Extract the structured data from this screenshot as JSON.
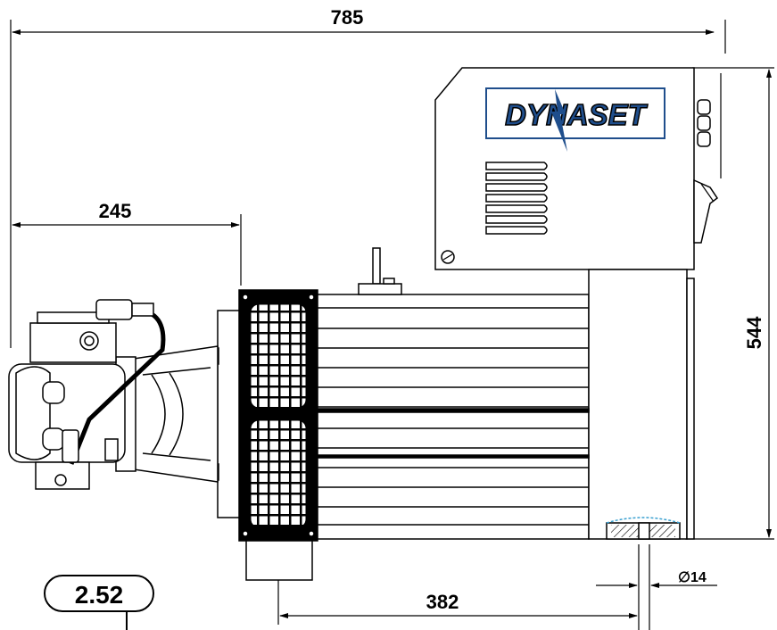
{
  "dimensions": {
    "overall_length": "785",
    "pump_offset": "245",
    "height": "544",
    "mount_distance": "382",
    "hole_diameter": "∅14"
  },
  "logo": {
    "brand": "DYNASET",
    "brand_color": "#1f4e8c"
  },
  "badge": {
    "label": "2.52"
  }
}
